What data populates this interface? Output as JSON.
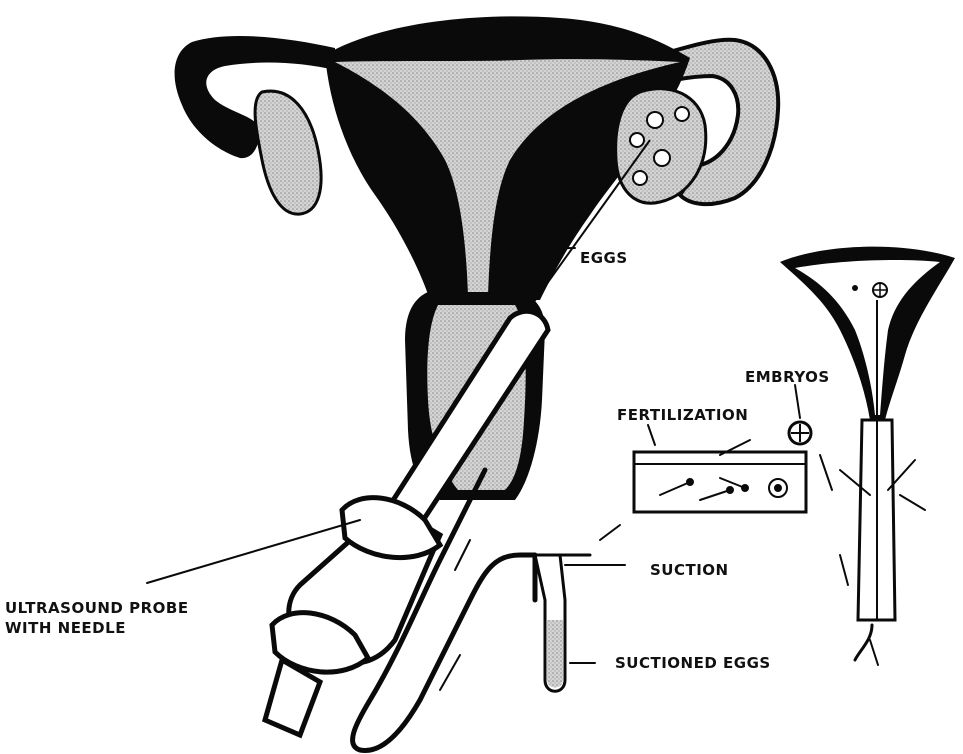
{
  "labels": {
    "eggs": "EGGS",
    "embryos": "EMBRYOS",
    "fertilization": "FERTILIZATION",
    "suction": "SUCTION",
    "probe_line1": "ULTRASOUND PROBE",
    "probe_line2": "WITH NEEDLE",
    "suctioned_eggs": "SUCTIONED EGGS"
  },
  "colors": {
    "ink": "#0a0a0a",
    "stipple": "#bdbdbd",
    "background": "#ffffff"
  }
}
